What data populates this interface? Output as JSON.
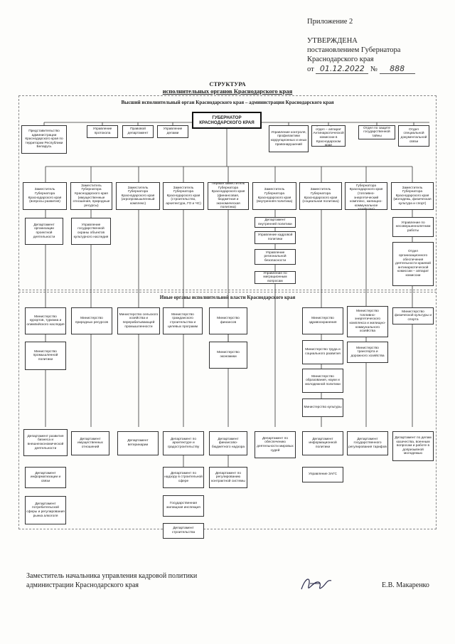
{
  "approval": {
    "appendix": "Приложение 2",
    "approved": "УТВЕРЖДЕНА",
    "line1": "постановлением Губернатора",
    "line2": "Краснодарского края",
    "date_prefix": "от",
    "date": "01.12.2022",
    "number_sign": "№",
    "number": "888"
  },
  "heading": {
    "title": "СТРУКТУРА",
    "subtitle": "исполнительных органов Краснодарского края"
  },
  "top_zone": {
    "title": "Высший исполнительный орган Краснодарского края – администрация Краснодарского края"
  },
  "governor": "ГУБЕРНАТОР\nКРАСНОДАРСКОГО КРАЯ",
  "direct_units": [
    "Представительство администрации Краснодарского края по территории Республики Беларусь",
    "Управление протокола",
    "Правовой департамент",
    "Управление делами",
    "Управление контроля, профилактики коррупционных и иных правонарушений",
    "Организационный отдел – аппарат Антинаркотической комиссии в Краснодарском крае",
    "Отдел по защите государственной тайны",
    "Отдел специальной документальной связи"
  ],
  "deputies": [
    "Заместитель Губернатора Краснодарского края (вопросы развития)",
    "Заместитель Губернатора Краснодарского края (имущественные отношения, природные ресурсы)",
    "Заместитель Губернатора Краснодарского края (агропромышленный комплекс)",
    "Заместитель Губернатора Краснодарского края (строительство, архитектура, ГО и ЧС)",
    "Первый заместитель Губернатора Краснодарского края (финансовая, бюджетная и экономическая политика)",
    "Заместитель Губернатора Краснодарского края (внутренняя политика)",
    "Заместитель Губернатора Краснодарского края (социальная политика)",
    "Заместитель Губернатора Краснодарского края (топливно-энергетический комплекс, жилищно-коммунальное хозяйство)",
    "Заместитель Губернатора Краснодарского края (молодежь, физическая культура и спорт)"
  ],
  "admin_units": {
    "dev_dept": "Департамент организации проектной деятельности",
    "heritage": "Управление государственной охраны объектов культурного наследия",
    "internal_policy": "Департамент внутренней политики",
    "personnel": "Управление кадровой политики",
    "regional_security": "Управление региональной безопасности",
    "migration": "Управление по миграционным вопросам",
    "juvenile": "Управление по несовершеннолетним работы",
    "antidrug": "Отдел организационного обеспечения деятельности краевой антинаркотической комиссии – аппарат комиссии"
  },
  "other_zone": {
    "title": "Иные органы исполнительной власти Краснодарского края"
  },
  "ministries": {
    "tourism": "Министерство курортов, туризма и олимпийского наследия",
    "industry": "Министерство промышленной политики",
    "nature": "Министерство природных ресурсов",
    "agriculture": "Министерство сельского хозяйства и перерабатывающей промышленности",
    "construction": "Министерство гражданского строительства и целевых программ",
    "finance": "Министерство финансов",
    "economy": "Министерство экономики",
    "health": "Министерство здравоохранения",
    "labor": "Министерство труда и социального развития",
    "education": "Министерство образования, науки и молодежной политики",
    "culture": "Министерство культуры",
    "fuel": "Министерство топливно-энергетического комплекса и жилищно-коммунального хозяйства",
    "transport": "Министерство транспорта и дорожного хозяйства",
    "sport": "Министерство физической культуры и спорта"
  },
  "departments": {
    "investment": "Департамент развития бизнеса и внешнеэкономической деятельности",
    "informatization": "Департамент информатизации и связи",
    "consumer": "Департамент потребительской сферы и регулирования рынка алкоголя",
    "property": "Департамент имущественных отношений",
    "veterinary": "Департамент ветеринарии",
    "architecture": "Департамент по архитектуре и градостроительству",
    "supervision": "Департамент по надзору в строительной сфере",
    "housing_inspection": "Государственная жилищная инспекция",
    "construction_dept": "Департамент строительства",
    "fin_control": "Департамент финансово-бюджетного надзора",
    "contract": "Департамент по регулированию контрактной системы",
    "justices": "Департамент по обеспечению деятельности мировых судей",
    "info_policy": "Департамент информационной политики",
    "zags": "Управление ЗАГС",
    "tariffs": "Департамент государственного регулирования тарифов",
    "cossacks": "Департамент по делам казачества, военным вопросам и работе в допризывной молодежью"
  },
  "footer": {
    "position_line1": "Заместитель начальника управления кадровой политики",
    "position_line2": "администрации Краснодарского края",
    "name": "Е.В. Макаренко"
  }
}
